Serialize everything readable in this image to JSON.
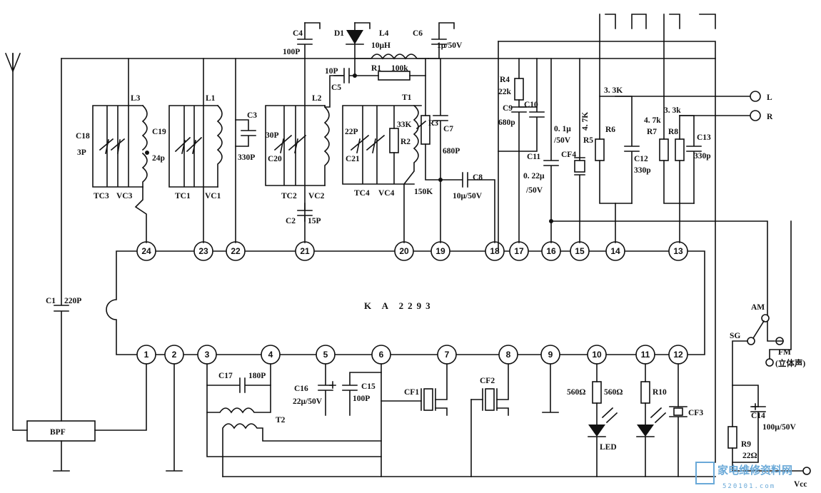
{
  "ic": {
    "name": "K A 2293"
  },
  "pins_top": [
    "24",
    "23",
    "22",
    "21",
    "20",
    "19",
    "18",
    "17",
    "16",
    "15",
    "14",
    "13"
  ],
  "pins_bottom": [
    "1",
    "2",
    "3",
    "4",
    "5",
    "6",
    "7",
    "8",
    "9",
    "10",
    "11",
    "12"
  ],
  "labels": {
    "bpf": "BPF",
    "c1": "C1",
    "c1v": "220P",
    "l3": "L3",
    "c18": "C18",
    "c18v": "3P",
    "c19": "C19",
    "c19v": "24p",
    "tc3": "TC3",
    "vc3": "VC3",
    "l1": "L1",
    "tc1": "TC1",
    "vc1": "VC1",
    "c3": "C3",
    "c3v": "330P",
    "c4": "C4",
    "c4v": "100P",
    "d1": "D1",
    "l4": "L4",
    "l4v": "10μH",
    "c6": "C6",
    "c6v": "1μ/50V",
    "c5": "C5",
    "c5v": "10P",
    "r1": "R1",
    "r1v": "100k",
    "l2": "L2",
    "c30p": "30P",
    "c20": "C20",
    "tc2": "TC2",
    "vc2": "VC2",
    "c2": "C2",
    "c2v": "15P",
    "t1": "T1",
    "c22p": "22P",
    "c21": "C21",
    "r2v": "33K",
    "r2": "R2",
    "tc4": "TC4",
    "vc4": "VC4",
    "r3": "R3",
    "r3v": "150K",
    "c7": "C7",
    "c7v": "680P",
    "c8": "C8",
    "c8v": "10μ/50V",
    "r4": "R4",
    "r4v": "22k",
    "c9": "C9",
    "c9v": "680p",
    "c10": "C10",
    "c11": "C11",
    "c11v": "0. 22μ",
    "c11v2": "/50V",
    "cap01": "0. 1μ",
    "cap01v": "/50V",
    "r5v": "4. 7K",
    "r5": "R5",
    "cf4": "CF4",
    "r6": "R6",
    "r6v": "3. 3K",
    "c12": "C12",
    "c12v": "330p",
    "r7": "R7",
    "r7v": "4. 7k",
    "r8": "R8",
    "r8v": "3. 3k",
    "c13": "C13",
    "c13v": "330p",
    "outL": "L",
    "outR": "R",
    "c17": "C17",
    "c17v": "180P",
    "t2": "T2",
    "c16": "C16",
    "c16v": "22μ/50V",
    "c15": "C15",
    "c15v": "100P",
    "cf1": "CF1",
    "cf2": "CF2",
    "r560a": "560Ω",
    "r560b": "560Ω",
    "r10": "R10",
    "led": "LED",
    "cf3": "CF3",
    "am": "AM",
    "sg": "SG",
    "fm": "FM",
    "fm2": "(立体声)",
    "c14": "C14",
    "c14v": "100μ/50V",
    "r9": "R9",
    "r9v": "22Ω",
    "vcc": "Vcc",
    "wm": "家电维修资料网",
    "wm2": "520101.com"
  }
}
